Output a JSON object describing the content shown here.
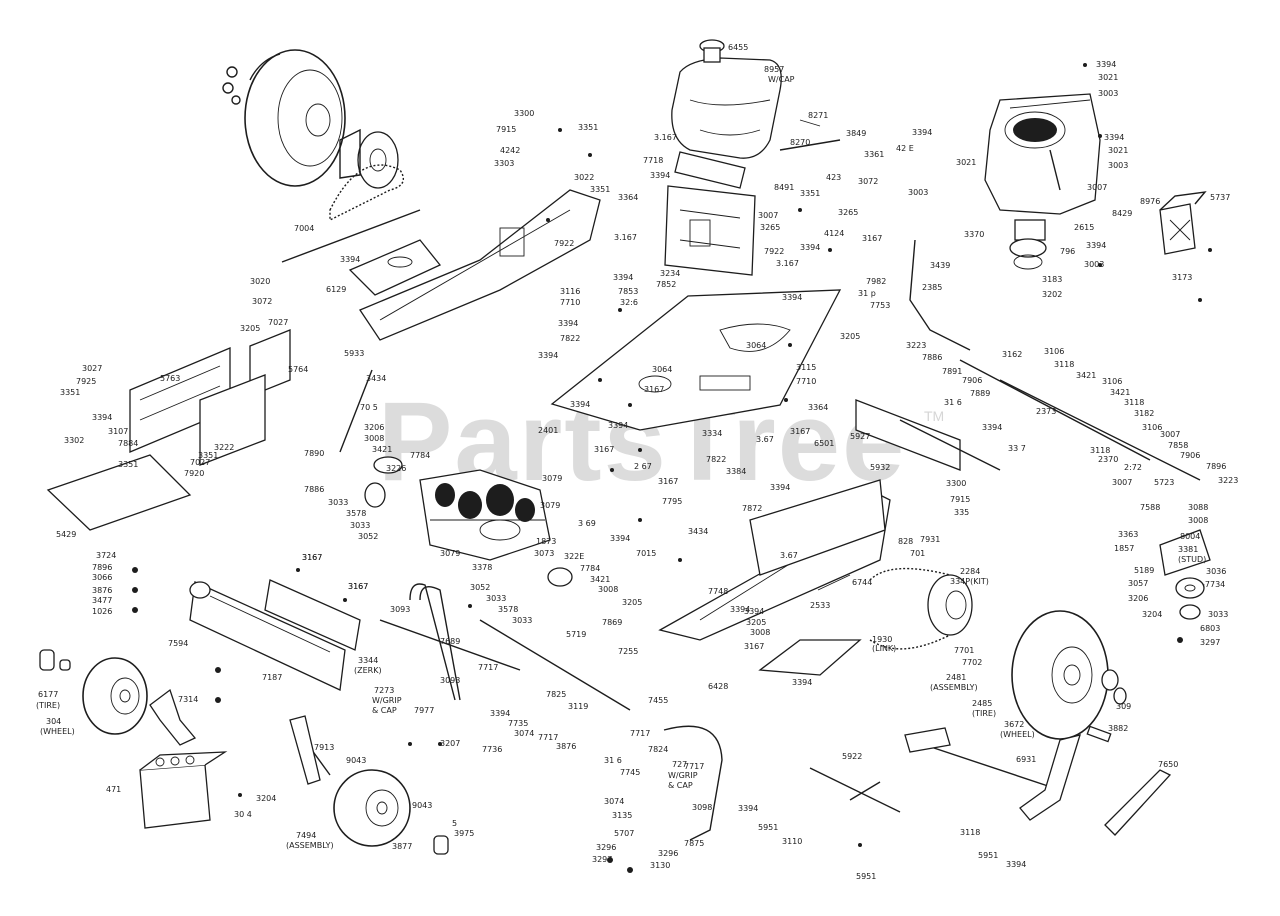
{
  "watermark": {
    "text": "PartsTree",
    "mark": "TM"
  },
  "labels": [
    {
      "id": "l6455",
      "t": "6455"
    },
    {
      "id": "l8957",
      "t": "8957"
    },
    {
      "id": "lwcap",
      "t": "W/CAP"
    },
    {
      "id": "l8271",
      "t": "8271"
    },
    {
      "id": "l8270",
      "t": "8270"
    },
    {
      "id": "l3849",
      "t": "3849"
    },
    {
      "id": "l423",
      "t": "423"
    },
    {
      "id": "l3167a",
      "t": "3.167"
    },
    {
      "id": "l7718",
      "t": "7718"
    },
    {
      "id": "l3394a",
      "t": "3394"
    },
    {
      "id": "l8491",
      "t": "8491"
    },
    {
      "id": "l3351a",
      "t": "3351"
    },
    {
      "id": "l3265a",
      "t": "3265"
    },
    {
      "id": "l3007a",
      "t": "3007"
    },
    {
      "id": "l3265b",
      "t": "3265"
    },
    {
      "id": "l4124",
      "t": "4124"
    },
    {
      "id": "l3300a",
      "t": "3300"
    },
    {
      "id": "l7915a",
      "t": "7915"
    },
    {
      "id": "l4242",
      "t": "4242"
    },
    {
      "id": "l3303",
      "t": "3303"
    },
    {
      "id": "l3351b",
      "t": "3351"
    },
    {
      "id": "l3022",
      "t": "3022"
    },
    {
      "id": "l3351c",
      "t": "3351"
    },
    {
      "id": "l3364",
      "t": "3364"
    },
    {
      "id": "l3167b",
      "t": "3.167"
    },
    {
      "id": "l7922a",
      "t": "7922"
    },
    {
      "id": "l7004",
      "t": "7004"
    },
    {
      "id": "l3394b",
      "t": "3394"
    },
    {
      "id": "l3020",
      "t": "3020"
    },
    {
      "id": "l3072a",
      "t": "3072"
    },
    {
      "id": "l6129",
      "t": "6129"
    },
    {
      "id": "l3394c",
      "t": "3394"
    },
    {
      "id": "l3021a",
      "t": "3021"
    },
    {
      "id": "l3003a",
      "t": "3003"
    },
    {
      "id": "l3394d",
      "t": "3394"
    },
    {
      "id": "l3021b",
      "t": "3021"
    },
    {
      "id": "l3003b",
      "t": "3003"
    },
    {
      "id": "l3394e",
      "t": "3394"
    },
    {
      "id": "l3361",
      "t": "3361"
    },
    {
      "id": "l42e",
      "t": "42 E"
    },
    {
      "id": "l3021c",
      "t": "3021"
    },
    {
      "id": "l3072b",
      "t": "3072"
    },
    {
      "id": "l3003c",
      "t": "3003"
    },
    {
      "id": "l3007b",
      "t": "3007"
    },
    {
      "id": "l8976",
      "t": "8976"
    },
    {
      "id": "l8429",
      "t": "8429"
    },
    {
      "id": "l2615",
      "t": "2615"
    },
    {
      "id": "l3370",
      "t": "3370"
    },
    {
      "id": "l796",
      "t": "796"
    },
    {
      "id": "l3394f",
      "t": "3394"
    },
    {
      "id": "l3003d",
      "t": "3003"
    },
    {
      "id": "l3183",
      "t": "3183"
    },
    {
      "id": "l3202",
      "t": "3202"
    },
    {
      "id": "l5737",
      "t": "5737"
    },
    {
      "id": "l3173",
      "t": "3173"
    },
    {
      "id": "l3394g",
      "t": "3394"
    },
    {
      "id": "l3167c",
      "t": "3167"
    },
    {
      "id": "l7922b",
      "t": "7922"
    },
    {
      "id": "l3167d",
      "t": "3.167"
    },
    {
      "id": "l7982",
      "t": "7982"
    },
    {
      "id": "l31p",
      "t": "31 p"
    },
    {
      "id": "l3394h",
      "t": "3394"
    },
    {
      "id": "l7753",
      "t": "7753"
    },
    {
      "id": "l3205a",
      "t": "3205"
    },
    {
      "id": "l3439",
      "t": "3439"
    },
    {
      "id": "l2385",
      "t": "2385"
    },
    {
      "id": "l3116",
      "t": "3116"
    },
    {
      "id": "l7853",
      "t": "7853"
    },
    {
      "id": "l7710a",
      "t": "7710"
    },
    {
      "id": "l3216",
      "t": "32:6"
    },
    {
      "id": "l3394i",
      "t": "3394"
    },
    {
      "id": "l3234",
      "t": "3234"
    },
    {
      "id": "l7852",
      "t": "7852"
    },
    {
      "id": "l3394j",
      "t": "3394"
    },
    {
      "id": "l3205b",
      "t": "3205"
    },
    {
      "id": "l7027",
      "t": "7027"
    },
    {
      "id": "l5764a",
      "t": "5764"
    },
    {
      "id": "l5933",
      "t": "5933"
    },
    {
      "id": "l7822a",
      "t": "7822"
    },
    {
      "id": "l3394k",
      "t": "3394"
    },
    {
      "id": "l3064a",
      "t": "3064"
    },
    {
      "id": "l3064b",
      "t": "3064"
    },
    {
      "id": "l3167e",
      "t": "3167"
    },
    {
      "id": "l3115",
      "t": "3115"
    },
    {
      "id": "l7710b",
      "t": "7710"
    },
    {
      "id": "l3364b",
      "t": "3364"
    },
    {
      "id": "l3394l",
      "t": "3394"
    },
    {
      "id": "l2401",
      "t": "2401"
    },
    {
      "id": "l3394m",
      "t": "3394"
    },
    {
      "id": "l3334",
      "t": "3334"
    },
    {
      "id": "l3167f",
      "t": "3.67"
    },
    {
      "id": "l3167g",
      "t": "3167"
    },
    {
      "id": "l6501",
      "t": "6501"
    },
    {
      "id": "l3167h",
      "t": "3167"
    },
    {
      "id": "l2167",
      "t": "2 67"
    },
    {
      "id": "l7822b",
      "t": "7822"
    },
    {
      "id": "l3384",
      "t": "3384"
    },
    {
      "id": "l3167i",
      "t": "3167"
    },
    {
      "id": "l7795",
      "t": "7795"
    },
    {
      "id": "l3394n",
      "t": "3394"
    },
    {
      "id": "l369",
      "t": "3 69"
    },
    {
      "id": "l3434a",
      "t": "3434"
    },
    {
      "id": "l7015",
      "t": "7015"
    },
    {
      "id": "l3434b",
      "t": "3434"
    },
    {
      "id": "l3027",
      "t": "3027"
    },
    {
      "id": "l5763",
      "t": "5763"
    },
    {
      "id": "l7925",
      "t": "7925"
    },
    {
      "id": "l3351d",
      "t": "3351"
    },
    {
      "id": "l3394o",
      "t": "3394"
    },
    {
      "id": "l3107",
      "t": "3107"
    },
    {
      "id": "l7884",
      "t": "7884"
    },
    {
      "id": "l3222",
      "t": "3222"
    },
    {
      "id": "l3351e",
      "t": "3351"
    },
    {
      "id": "l3302",
      "t": "3302"
    },
    {
      "id": "l7027b",
      "t": "7027"
    },
    {
      "id": "l7920",
      "t": "7920"
    },
    {
      "id": "l3351f",
      "t": "3351"
    },
    {
      "id": "l5429",
      "t": "5429"
    },
    {
      "id": "l7075",
      "t": "70 5"
    },
    {
      "id": "l3206a",
      "t": "3206"
    },
    {
      "id": "l3008a",
      "t": "3008"
    },
    {
      "id": "l3421a",
      "t": "3421"
    },
    {
      "id": "l7890",
      "t": "7890"
    },
    {
      "id": "l7784a",
      "t": "7784"
    },
    {
      "id": "l3226",
      "t": "3226"
    },
    {
      "id": "l7886",
      "t": "7886"
    },
    {
      "id": "l3033a",
      "t": "3033"
    },
    {
      "id": "l3578a",
      "t": "3578"
    },
    {
      "id": "l3033b",
      "t": "3033"
    },
    {
      "id": "l3052a",
      "t": "3052"
    },
    {
      "id": "l3079a",
      "t": "3079"
    },
    {
      "id": "l3079b",
      "t": "3079"
    },
    {
      "id": "l1873",
      "t": "1873"
    },
    {
      "id": "l3079c",
      "t": "3079"
    },
    {
      "id": "l3073",
      "t": "3073"
    },
    {
      "id": "l3226b",
      "t": "322E"
    },
    {
      "id": "l3378",
      "t": "3378"
    },
    {
      "id": "l7784b",
      "t": "7784"
    },
    {
      "id": "l3421b",
      "t": "3421"
    },
    {
      "id": "l3052b",
      "t": "3052"
    },
    {
      "id": "l3033c",
      "t": "3033"
    },
    {
      "id": "l3008b",
      "t": "3008"
    },
    {
      "id": "l3578b",
      "t": "3578"
    },
    {
      "id": "l3205c",
      "t": "3205"
    },
    {
      "id": "l3033d",
      "t": "3033"
    },
    {
      "id": "l7869",
      "t": "7869"
    },
    {
      "id": "l5719",
      "t": "5719"
    },
    {
      "id": "l3167j",
      "t": "3167"
    },
    {
      "id": "l3167k",
      "t": "3167"
    },
    {
      "id": "l5927",
      "t": "5927"
    },
    {
      "id": "l316a",
      "t": "31 6"
    },
    {
      "id": "l3394p",
      "t": "3394"
    },
    {
      "id": "l3317",
      "t": "33 7"
    },
    {
      "id": "l5932",
      "t": "5932"
    },
    {
      "id": "l3394q",
      "t": "3394"
    },
    {
      "id": "l3300b",
      "t": "3300"
    },
    {
      "id": "l7915b",
      "t": "7915"
    },
    {
      "id": "l335",
      "t": "335"
    },
    {
      "id": "l7872",
      "t": "7872"
    },
    {
      "id": "l3223",
      "t": "3223"
    },
    {
      "id": "l7886b",
      "t": "7886"
    },
    {
      "id": "l7891",
      "t": "7891"
    },
    {
      "id": "l7906",
      "t": "7906"
    },
    {
      "id": "l7889",
      "t": "7889"
    },
    {
      "id": "l3162",
      "t": "3162"
    },
    {
      "id": "l3106a",
      "t": "3106"
    },
    {
      "id": "l3118",
      "t": "3118"
    },
    {
      "id": "l3421c",
      "t": "3421"
    },
    {
      "id": "l3106b",
      "t": "3106"
    },
    {
      "id": "l2373",
      "t": "2373"
    },
    {
      "id": "l3421d",
      "t": "3421"
    },
    {
      "id": "l3118b",
      "t": "3118"
    },
    {
      "id": "l3182",
      "t": "3182"
    },
    {
      "id": "l3106c",
      "t": "3106"
    },
    {
      "id": "l3007c",
      "t": "3007"
    },
    {
      "id": "l7858",
      "t": "7858"
    },
    {
      "id": "l3118c",
      "t": "3118"
    },
    {
      "id": "l2370",
      "t": "2370"
    },
    {
      "id": "l7906b",
      "t": "7906"
    },
    {
      "id": "l2372",
      "t": "2:72"
    },
    {
      "id": "l5723",
      "t": "5723"
    },
    {
      "id": "l7896",
      "t": "7896"
    },
    {
      "id": "l3223b",
      "t": "3223"
    },
    {
      "id": "l3007d",
      "t": "3007"
    },
    {
      "id": "l7588",
      "t": "7588"
    },
    {
      "id": "l3088",
      "t": "3088"
    },
    {
      "id": "l3008c",
      "t": "3008"
    },
    {
      "id": "l8004",
      "t": "8004"
    },
    {
      "id": "l3381",
      "t": "3381"
    },
    {
      "id": "lstud",
      "t": "(STUD)"
    },
    {
      "id": "l3363",
      "t": "3363"
    },
    {
      "id": "l1857",
      "t": "1857"
    },
    {
      "id": "l5189",
      "t": "5189"
    },
    {
      "id": "l3036",
      "t": "3036"
    },
    {
      "id": "l3057",
      "t": "3057"
    },
    {
      "id": "l7734",
      "t": "-7734"
    },
    {
      "id": "l3206b",
      "t": "3206"
    },
    {
      "id": "l3204",
      "t": "3204"
    },
    {
      "id": "l3033e",
      "t": "3033"
    },
    {
      "id": "l6803",
      "t": "6803"
    },
    {
      "id": "l3297",
      "t": "3297"
    },
    {
      "id": "l3724",
      "t": "3724"
    },
    {
      "id": "l7896c",
      "t": "7896"
    },
    {
      "id": "l3066",
      "t": "3066"
    },
    {
      "id": "l3876",
      "t": "3876"
    },
    {
      "id": "l3477",
      "t": "3477"
    },
    {
      "id": "l1026",
      "t": "1026"
    },
    {
      "id": "l3167l",
      "t": "3167"
    },
    {
      "id": "l3167m",
      "t": "3167"
    },
    {
      "id": "l7594",
      "t": "7594"
    },
    {
      "id": "l3344",
      "t": "3344"
    },
    {
      "id": "lzerk",
      "t": "(ZERK)"
    },
    {
      "id": "l7187",
      "t": "7187"
    },
    {
      "id": "l6177",
      "t": "6177"
    },
    {
      "id": "ltire",
      "t": "(TIRE)"
    },
    {
      "id": "l7314",
      "t": "7314"
    },
    {
      "id": "l304",
      "t": "304"
    },
    {
      "id": "lwheel",
      "t": "(WHEEL)"
    },
    {
      "id": "l3093a",
      "t": "3093"
    },
    {
      "id": "l7689",
      "t": "7689"
    },
    {
      "id": "l7717a",
      "t": "7717"
    },
    {
      "id": "l3093b",
      "t": "3093"
    },
    {
      "id": "l7273",
      "t": "7273"
    },
    {
      "id": "lwgrip",
      "t": "W/GRIP"
    },
    {
      "id": "lcap",
      "t": "& CAP"
    },
    {
      "id": "l7977",
      "t": "7977"
    },
    {
      "id": "l3207",
      "t": "3207"
    },
    {
      "id": "l3394r",
      "t": "3394"
    },
    {
      "id": "l7735",
      "t": "7735"
    },
    {
      "id": "l7717b",
      "t": "7717"
    },
    {
      "id": "l7736",
      "t": "7736"
    },
    {
      "id": "l3074",
      "t": "3074"
    },
    {
      "id": "l3119",
      "t": "3119"
    },
    {
      "id": "l7825",
      "t": "7825"
    },
    {
      "id": "l7255",
      "t": "7255"
    },
    {
      "id": "l7455",
      "t": "7455"
    },
    {
      "id": "l3876b",
      "t": "3876"
    },
    {
      "id": "l7717c",
      "t": "7717"
    },
    {
      "id": "l7824",
      "t": "7824"
    },
    {
      "id": "l316b",
      "t": "31 6"
    },
    {
      "id": "l7745",
      "t": "7745"
    },
    {
      "id": "l7717d",
      "t": "7717"
    },
    {
      "id": "l727",
      "t": "727"
    },
    {
      "id": "lwgrip2",
      "t": "W/GRIP"
    },
    {
      "id": "lcap2",
      "t": "& CAP"
    },
    {
      "id": "l3074b",
      "t": "3074"
    },
    {
      "id": "l3098",
      "t": "3098"
    },
    {
      "id": "l3135",
      "t": "3135"
    },
    {
      "id": "l5707",
      "t": "5707"
    },
    {
      "id": "l7875",
      "t": "7875"
    },
    {
      "id": "l3296a",
      "t": "3296"
    },
    {
      "id": "l3296b",
      "t": "3296"
    },
    {
      "id": "l3297b",
      "t": "3297"
    },
    {
      "id": "l3130",
      "t": "3130"
    },
    {
      "id": "l471",
      "t": "471"
    },
    {
      "id": "l3204b",
      "t": "3204"
    },
    {
      "id": "l3014",
      "t": "30 4"
    },
    {
      "id": "l7913",
      "t": "7913"
    },
    {
      "id": "l9043a",
      "t": "9043"
    },
    {
      "id": "l9043b",
      "t": "9043"
    },
    {
      "id": "l5",
      "t": "5"
    },
    {
      "id": "l3975",
      "t": "3975"
    },
    {
      "id": "l3877",
      "t": "3877"
    },
    {
      "id": "l7494",
      "t": "7494"
    },
    {
      "id": "lassm",
      "t": "(ASSEMBLY)"
    },
    {
      "id": "l3394s",
      "t": "3394"
    },
    {
      "id": "l7931",
      "t": "7931"
    },
    {
      "id": "l2284",
      "t": "2284"
    },
    {
      "id": "l334p",
      "t": "334P(KIT)"
    },
    {
      "id": "l3167n",
      "t": "3.67"
    },
    {
      "id": "l7748",
      "t": "7748"
    },
    {
      "id": "l3394t",
      "t": "3394"
    },
    {
      "id": "l3205d",
      "t": "3205"
    },
    {
      "id": "l3008d",
      "t": "3008"
    },
    {
      "id": "l3167o",
      "t": "3167"
    },
    {
      "id": "l6428",
      "t": "6428"
    },
    {
      "id": "l3394u",
      "t": "3394"
    },
    {
      "id": "l2533",
      "t": "2533"
    },
    {
      "id": "l6744",
      "t": "6744"
    },
    {
      "id": "l828",
      "t": "828"
    },
    {
      "id": "l701",
      "t": "701"
    },
    {
      "id": "l1930",
      "t": "1930"
    },
    {
      "id": "llink",
      "t": "(LINK)"
    },
    {
      "id": "l7701",
      "t": "7701"
    },
    {
      "id": "l7702",
      "t": "7702"
    },
    {
      "id": "l2481",
      "t": "2481"
    },
    {
      "id": "lassm2",
      "t": "(ASSEMBLY)"
    },
    {
      "id": "l2485",
      "t": "2485"
    },
    {
      "id": "ltire2",
      "t": "(TIRE)"
    },
    {
      "id": "l3672",
      "t": "3672"
    },
    {
      "id": "lwheel2",
      "t": "(WHEEL)"
    },
    {
      "id": "l309",
      "t": "309"
    },
    {
      "id": "l3882",
      "t": "3882"
    },
    {
      "id": "l5922",
      "t": "5922"
    },
    {
      "id": "l6931",
      "t": "6931"
    },
    {
      "id": "l7650",
      "t": "7650"
    },
    {
      "id": "l3394v",
      "t": "3394"
    },
    {
      "id": "l5951a",
      "t": "5951"
    },
    {
      "id": "l3110",
      "t": "3110"
    },
    {
      "id": "l5951b",
      "t": "5951"
    },
    {
      "id": "l3118d",
      "t": "3118"
    },
    {
      "id": "l5951c",
      "t": "5951"
    },
    {
      "id": "l3394w",
      "t": "3394"
    }
  ]
}
